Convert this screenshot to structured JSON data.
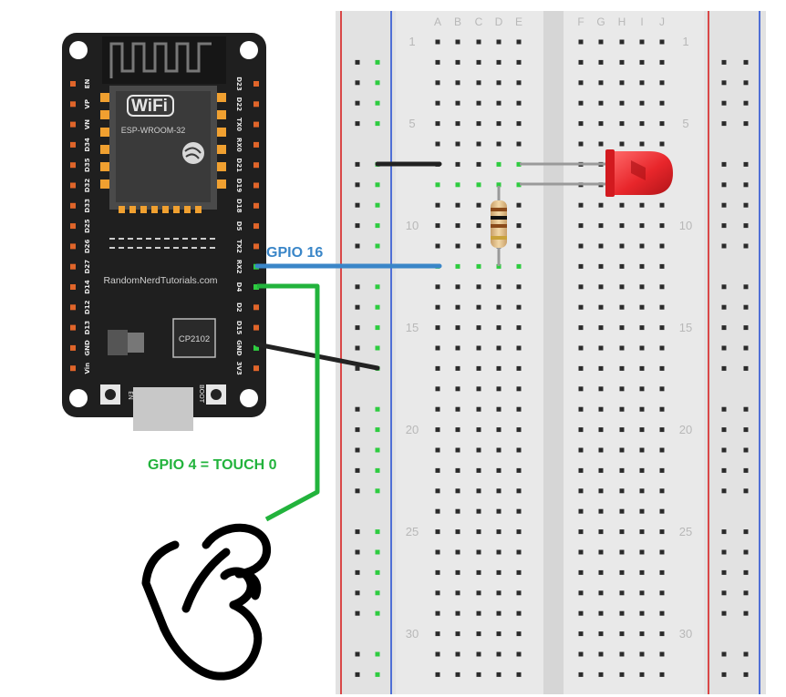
{
  "breadboard": {
    "columns_left": [
      "A",
      "B",
      "C",
      "D",
      "E"
    ],
    "columns_right": [
      "F",
      "G",
      "H",
      "I",
      "J"
    ],
    "row_numbers": [
      "1",
      "5",
      "10",
      "15",
      "20",
      "25",
      "30"
    ]
  },
  "esp32": {
    "wifi_logo": "WiFi",
    "module_name": "ESP-WROOM-32",
    "brand_text": "RandomNerdTutorials.com",
    "chip_label": "CP2102",
    "en_button_label": "EN",
    "boot_button_label": "BOOT",
    "left_pins": [
      "EN",
      "VP",
      "VN",
      "D34",
      "D35",
      "D32",
      "D33",
      "D25",
      "D26",
      "D27",
      "D14",
      "D12",
      "D13",
      "GND",
      "Vin"
    ],
    "right_pins": [
      "D23",
      "D22",
      "TX0",
      "RX0",
      "D21",
      "D19",
      "D18",
      "D5",
      "TX2",
      "RX2",
      "D4",
      "D2",
      "D15",
      "GND",
      "3V3"
    ]
  },
  "labels": {
    "gpio16": "GPIO 16",
    "gpio4_touch": "GPIO 4 = TOUCH 0"
  },
  "colors": {
    "board": "#1f1f1f",
    "wire_blue": "#3a86c8",
    "wire_green": "#22b33c",
    "wire_black": "#222222",
    "led_red": "#e8262b",
    "rail_red": "#d94848",
    "rail_blue": "#4f6fd6"
  }
}
